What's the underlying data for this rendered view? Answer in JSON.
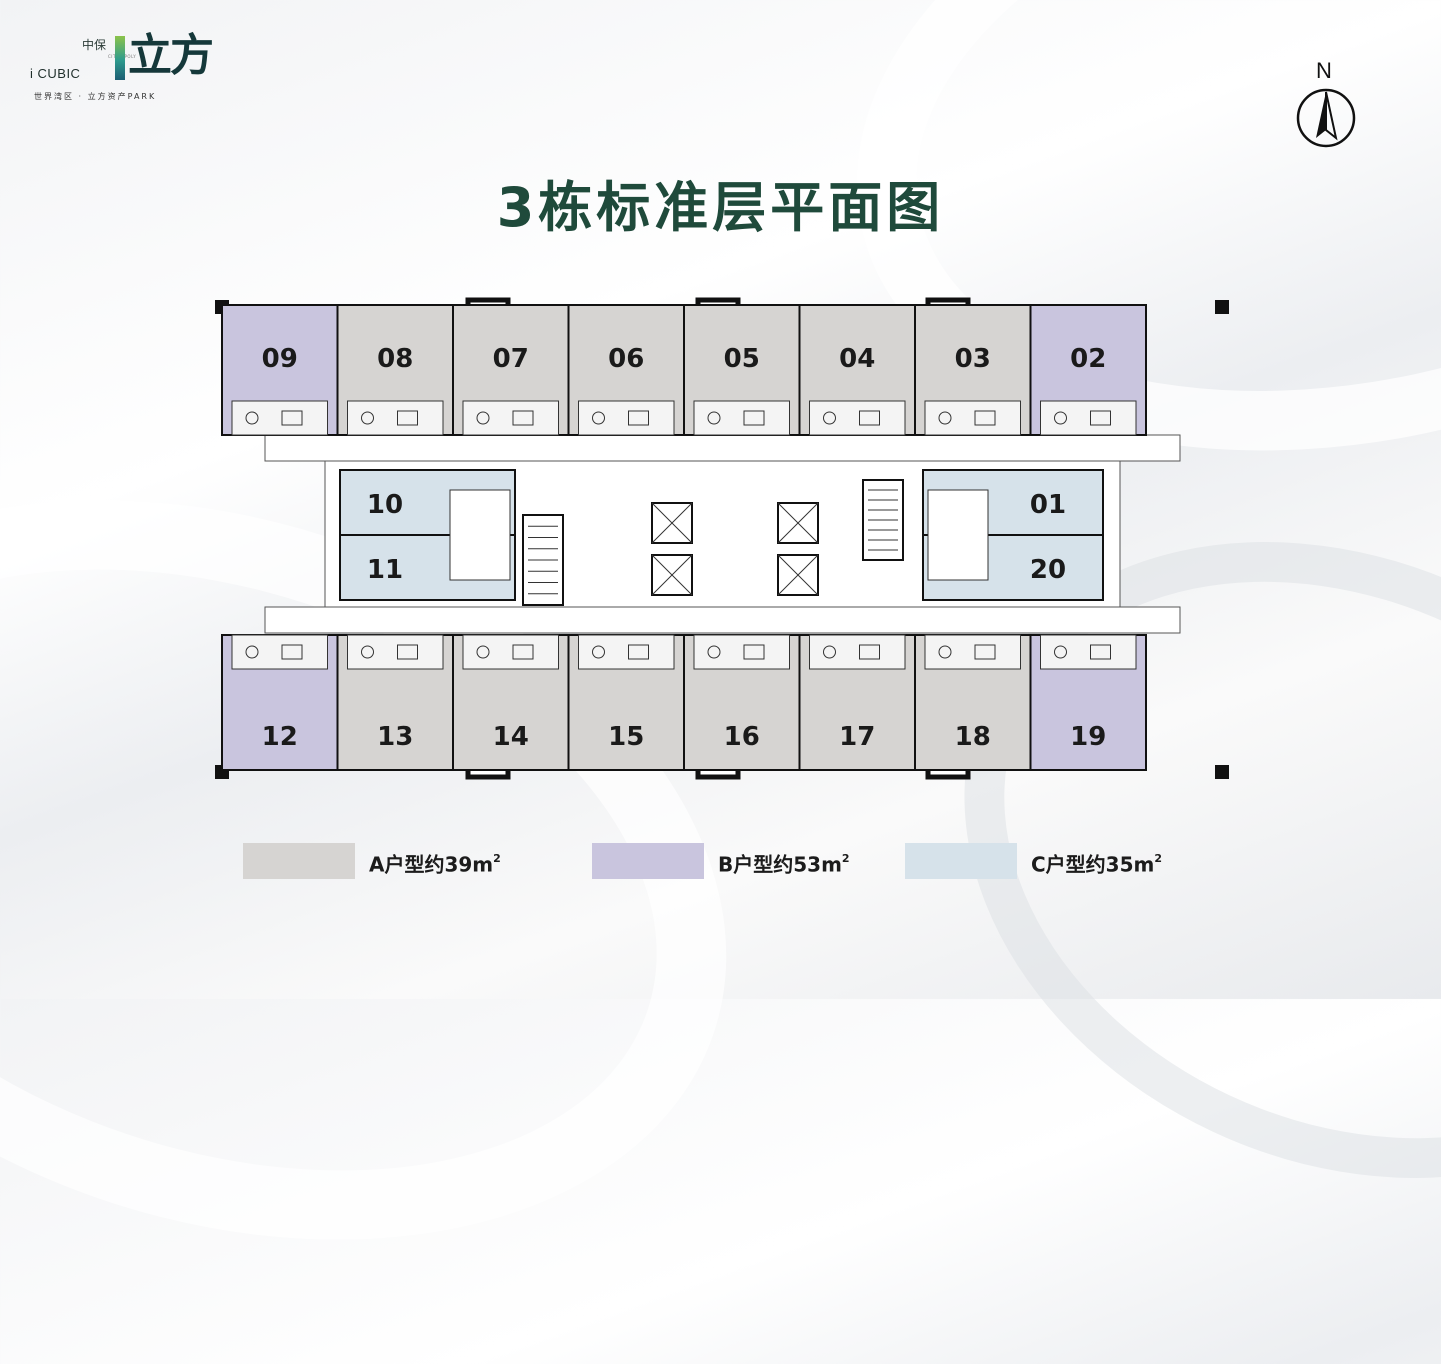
{
  "logo": {
    "cn_small": "中保",
    "en_small": "CITIC&POLY",
    "icubic": "i CUBIC",
    "cn_big": "立方",
    "tagline": "世界湾区 · 立方资产PARK"
  },
  "compass": {
    "north_label": "N",
    "icon": "north-arrow-icon"
  },
  "title": "3栋标准层平面图",
  "colors": {
    "type_a": "#d6d4d2",
    "type_b": "#c9c5de",
    "type_c": "#d6e2ea",
    "title": "#1f4a3b",
    "wall": "#111111"
  },
  "units": {
    "top_row": [
      {
        "id": "09",
        "type": "B"
      },
      {
        "id": "08",
        "type": "A"
      },
      {
        "id": "07",
        "type": "A"
      },
      {
        "id": "06",
        "type": "A"
      },
      {
        "id": "05",
        "type": "A"
      },
      {
        "id": "04",
        "type": "A"
      },
      {
        "id": "03",
        "type": "A"
      },
      {
        "id": "02",
        "type": "B"
      }
    ],
    "middle_left": [
      {
        "id": "10",
        "type": "C"
      },
      {
        "id": "11",
        "type": "C"
      }
    ],
    "middle_right": [
      {
        "id": "01",
        "type": "C"
      },
      {
        "id": "20",
        "type": "C"
      }
    ],
    "bottom_row": [
      {
        "id": "12",
        "type": "B"
      },
      {
        "id": "13",
        "type": "A"
      },
      {
        "id": "14",
        "type": "A"
      },
      {
        "id": "15",
        "type": "A"
      },
      {
        "id": "16",
        "type": "A"
      },
      {
        "id": "17",
        "type": "A"
      },
      {
        "id": "18",
        "type": "A"
      },
      {
        "id": "19",
        "type": "B"
      }
    ]
  },
  "legend": [
    {
      "type": "A",
      "label": "A户型约39m",
      "sup": "2"
    },
    {
      "type": "B",
      "label": "B户型约53m",
      "sup": "2"
    },
    {
      "type": "C",
      "label": "C户型约35m",
      "sup": "2"
    }
  ]
}
